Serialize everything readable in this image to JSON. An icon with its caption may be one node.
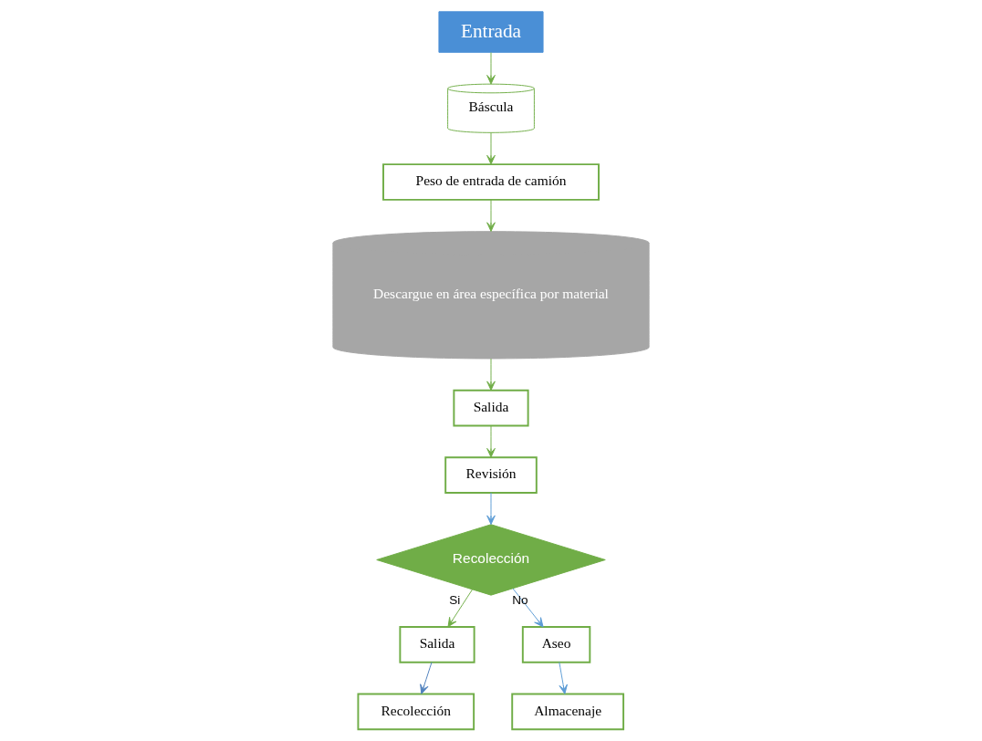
{
  "diagram": {
    "nodes": [
      {
        "text": [
          "Entrada"
        ]
      },
      {
        "text": [
          "Báscula"
        ]
      },
      {
        "text": [
          "Peso de entrada de camión"
        ]
      },
      {
        "text": [
          "Descargue en área específica por material"
        ]
      },
      {
        "text": [
          "Salida"
        ]
      },
      {
        "text": [
          "Revisión"
        ]
      },
      {
        "text": [
          "Recolección"
        ]
      },
      {
        "text": [
          "Salida"
        ]
      },
      {
        "text": [
          "Recolección"
        ]
      },
      {
        "text": [
          "Aseo"
        ]
      },
      {
        "text": [
          "Almacenaje"
        ]
      }
    ],
    "edges": [
      {
        "from": 0,
        "to": 1,
        "arrow": "to"
      },
      {
        "from": 1,
        "to": 2,
        "arrow": "to"
      },
      {
        "from": 2,
        "to": 3,
        "arrow": "to"
      },
      {
        "from": 3,
        "to": 4,
        "arrow": "to"
      },
      {
        "from": 4,
        "to": 5,
        "arrow": "to"
      },
      {
        "from": 5,
        "to": 6,
        "arrow": "to",
        "color": "#5b9bd5"
      },
      {
        "from": 6,
        "to": 7,
        "arrow": "to",
        "label": "Si"
      },
      {
        "from": 6,
        "to": 9,
        "arrow": "to",
        "label": "No",
        "color": "#5b9bd5"
      },
      {
        "from": 7,
        "to": 8,
        "arrow": "to",
        "color": "#4f81bd"
      },
      {
        "from": 9,
        "to": 10,
        "arrow": "to",
        "color": "#5b9bd5"
      }
    ]
  }
}
